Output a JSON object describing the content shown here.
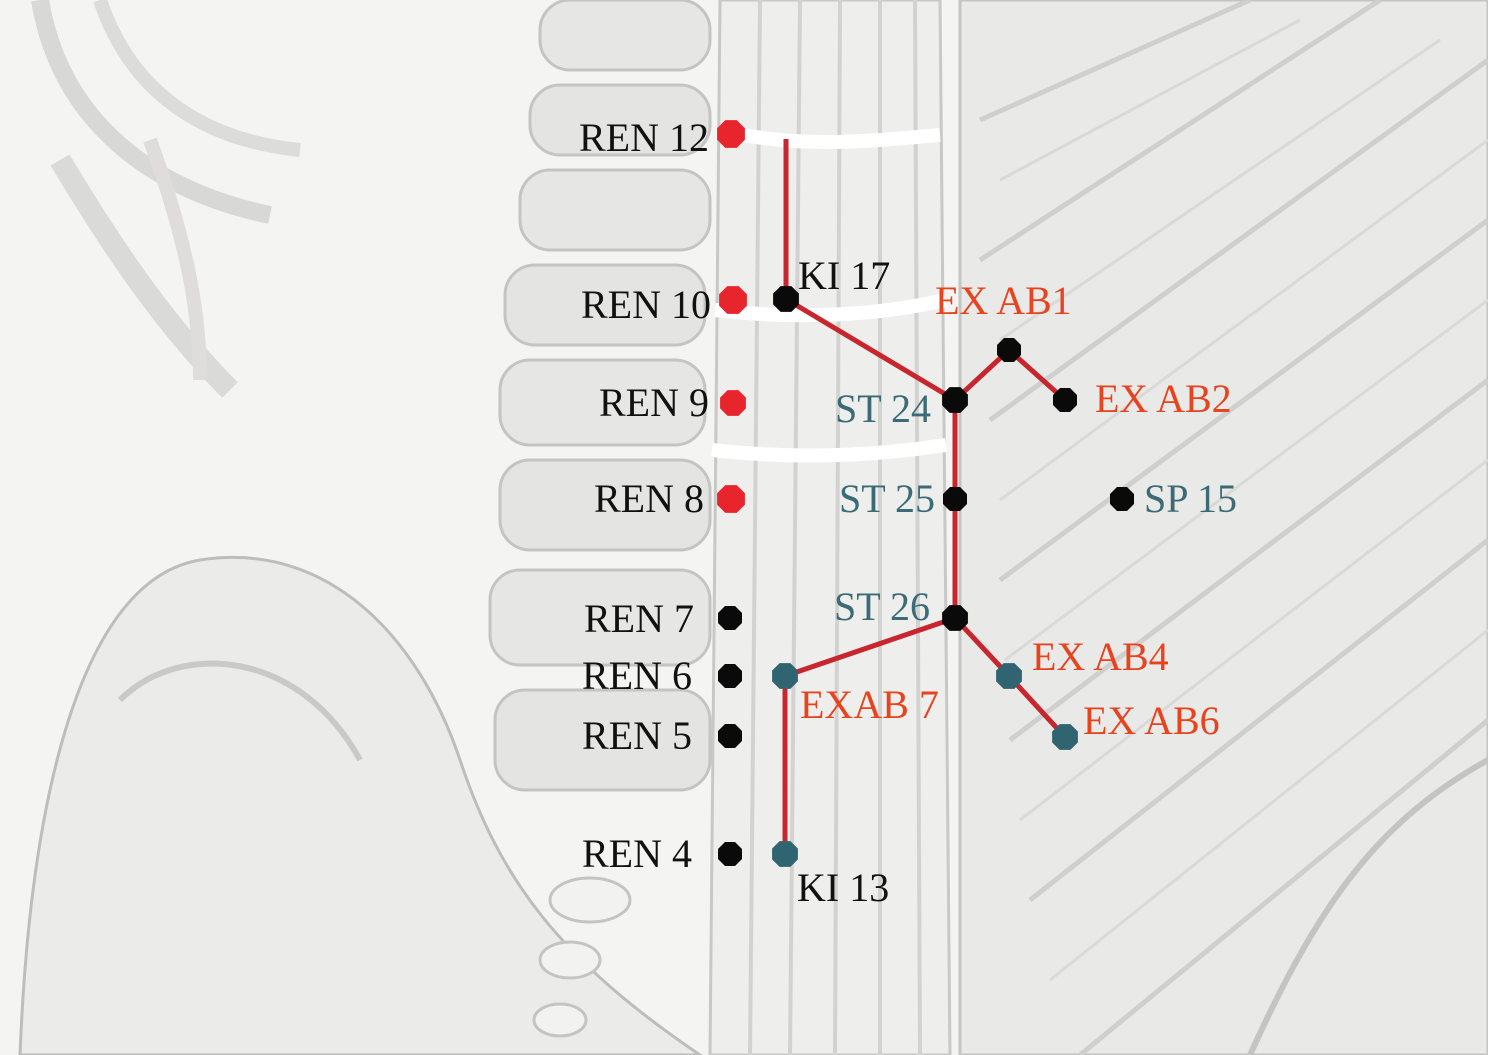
{
  "colors": {
    "line": "#c8262e",
    "ren_red": "#e8242c",
    "black": "#0a0a0a",
    "teal": "#2f6470",
    "label_black": "#111111",
    "label_teal": "#3a6b76",
    "label_orange": "#e8431f"
  },
  "points": {
    "ren12": {
      "label": "REN 12"
    },
    "ren10": {
      "label": "REN 10"
    },
    "ren9": {
      "label": "REN 9"
    },
    "ren8": {
      "label": "REN 8"
    },
    "ren7": {
      "label": "REN 7"
    },
    "ren6": {
      "label": "REN 6"
    },
    "ren5": {
      "label": "REN 5"
    },
    "ren4": {
      "label": "REN 4"
    },
    "ki17": {
      "label": "KI 17"
    },
    "ki13": {
      "label": "KI 13"
    },
    "st24": {
      "label": "ST 24"
    },
    "st25": {
      "label": "ST 25"
    },
    "st26": {
      "label": "ST 26"
    },
    "sp15": {
      "label": "SP 15"
    },
    "exab1": {
      "label": "EX AB1"
    },
    "exab2": {
      "label": "EX AB2"
    },
    "exab4": {
      "label": "EX AB4"
    },
    "exab6": {
      "label": "EX AB6"
    },
    "exab7": {
      "label": "EXAB 7"
    }
  }
}
